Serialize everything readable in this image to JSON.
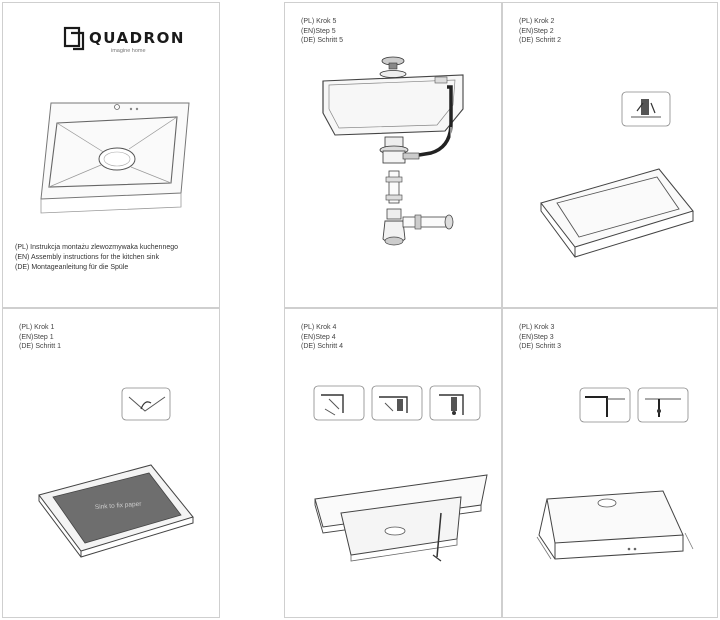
{
  "cover": {
    "brand": "QUADRON",
    "tagline": "imagine home",
    "title_pl": "(PL) Instrukcja montażu zlewozmywaka kuchennego",
    "title_en": "(EN) Assembly instructions for the kitchen sink",
    "title_de": "(DE) Montageanleitung für die Spüle"
  },
  "steps": {
    "step5": {
      "pl": "(PL) Krok 5",
      "en": "(EN)Step 5",
      "de": "(DE) Schritt 5"
    },
    "step2": {
      "pl": "(PL) Krok 2",
      "en": "(EN)Step 2",
      "de": "(DE) Schritt 2"
    },
    "step1": {
      "pl": "(PL) Krok 1",
      "en": "(EN)Step 1",
      "de": "(DE) Schritt 1",
      "paper_text": "Sink to fix paper"
    },
    "step4": {
      "pl": "(PL) Krok 4",
      "en": "(EN)Step 4",
      "de": "(DE) Schritt 4"
    },
    "step3": {
      "pl": "(PL) Krok 3",
      "en": "(EN)Step 3",
      "de": "(DE) Schritt 3"
    }
  }
}
